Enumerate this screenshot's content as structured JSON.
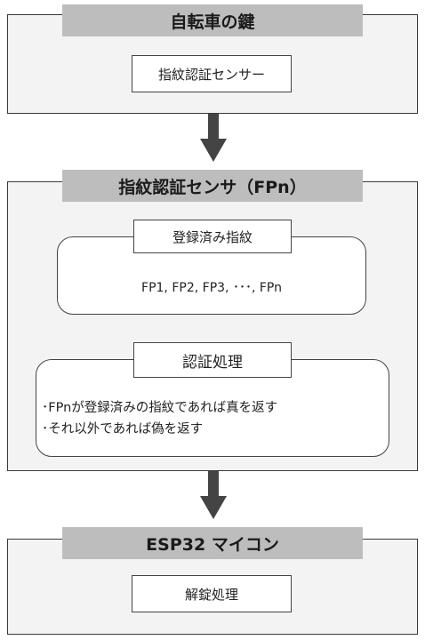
{
  "panel_bike_lock": {
    "title": "自転車の鍵",
    "box_label": "指紋認証センサー"
  },
  "panel_fingerprint_sensor": {
    "title": "指紋認証センサ（FPn）",
    "registered": {
      "label": "登録済み指紋",
      "content": "FP1, FP2, FP3, ･･･, FPn"
    },
    "authentication": {
      "label": "認証処理",
      "lines": [
        "･FPnが登録済みの指紋であれば真を返す",
        "･それ以外であれば偽を返す"
      ]
    }
  },
  "panel_esp32": {
    "title": "ESP32 マイコン",
    "box_label": "解錠処理"
  },
  "colors": {
    "panel_fill": "#f3f3f3",
    "header_fill": "#bdbdbd",
    "border": "#3a3a3a",
    "arrow": "#444444"
  }
}
